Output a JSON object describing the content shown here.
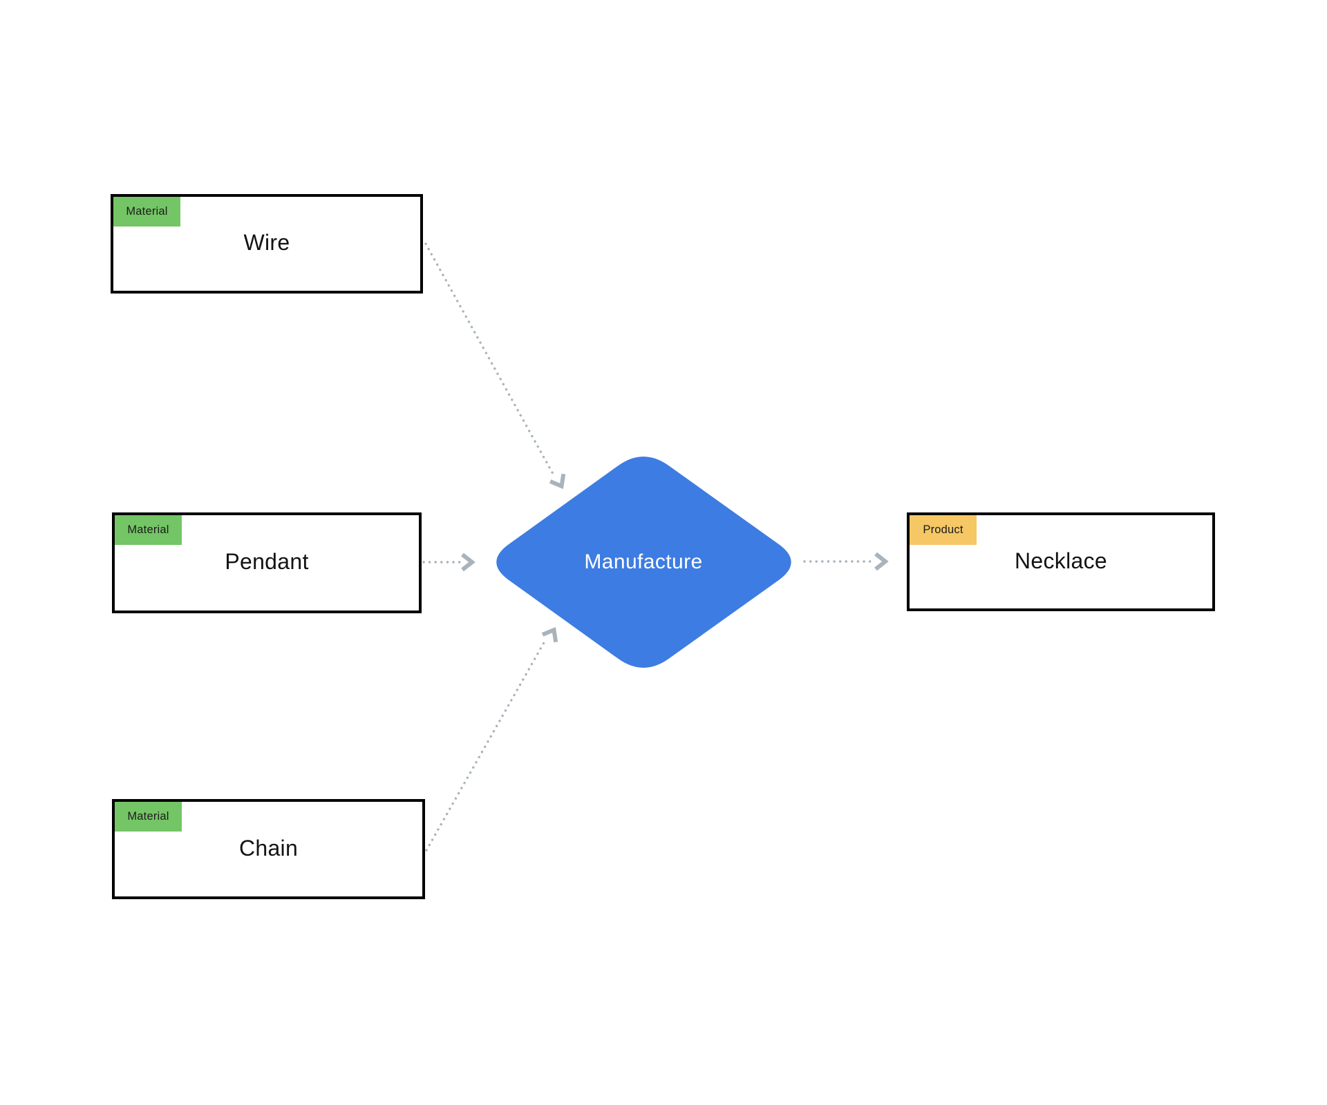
{
  "diagram": {
    "title": "",
    "nodes": {
      "wire": {
        "badge": "Material",
        "label": "Wire"
      },
      "pendant": {
        "badge": "Material",
        "label": "Pendant"
      },
      "chain": {
        "badge": "Material",
        "label": "Chain"
      },
      "manufacture": {
        "label": "Manufacture",
        "shape": "diamond"
      },
      "necklace": {
        "badge": "Product",
        "label": "Necklace"
      }
    },
    "edges": [
      {
        "from": "Wire",
        "to": "Manufacture",
        "style": "dotted-arrow"
      },
      {
        "from": "Pendant",
        "to": "Manufacture",
        "style": "dotted-arrow"
      },
      {
        "from": "Chain",
        "to": "Manufacture",
        "style": "dotted-arrow"
      },
      {
        "from": "Manufacture",
        "to": "Necklace",
        "style": "dotted-arrow"
      }
    ],
    "colors": {
      "background": "#ffffff",
      "material_badge": "#74C566",
      "product_badge": "#F5C765",
      "process_fill": "#3D7CE2",
      "edge_stroke": "#A9B3BB",
      "node_border": "#000000",
      "node_text": "#131313",
      "process_text": "#FFFFFF"
    }
  }
}
